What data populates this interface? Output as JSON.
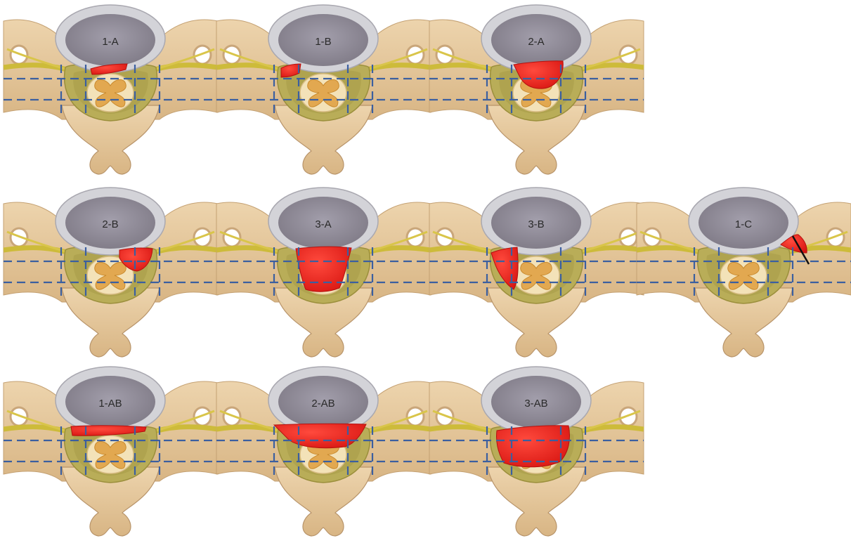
{
  "figure": {
    "panels": [
      {
        "label": "1-A",
        "lesion": "1-A"
      },
      {
        "label": "1-B",
        "lesion": "1-B"
      },
      {
        "label": "2-A",
        "lesion": "2-A"
      },
      {
        "label": "2-B",
        "lesion": "2-B"
      },
      {
        "label": "3-A",
        "lesion": "3-A"
      },
      {
        "label": "3-B",
        "lesion": "3-B"
      },
      {
        "label": "1-C",
        "lesion": "1-C"
      },
      {
        "label": "1-AB",
        "lesion": "1-AB"
      },
      {
        "label": "2-AB",
        "lesion": "2-AB"
      },
      {
        "label": "3-AB",
        "lesion": "3-AB"
      }
    ]
  },
  "colors": {
    "bone": "#e2c49b",
    "bone_edge": "#b8946a",
    "disc_outer": "#cfcfd4",
    "disc_inner": "#8f8b95",
    "nerve": "#cdbb3a",
    "canal": "#b9ad58",
    "cord": "#f3e2b8",
    "gray_matter": "#e2a850",
    "herniation": "#e8241f",
    "guide_lines": "#3b5fa0"
  }
}
